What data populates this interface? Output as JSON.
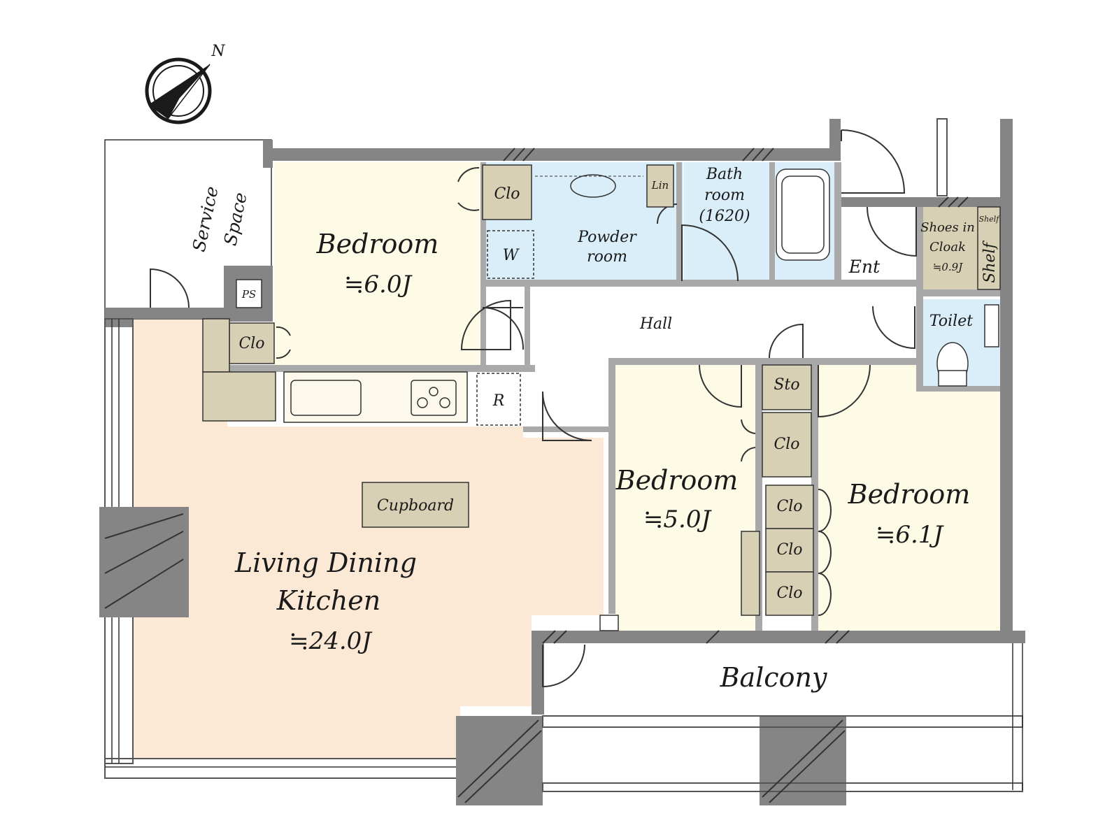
{
  "compass": {
    "label": "N"
  },
  "rooms": {
    "service_space": {
      "line1": "Service",
      "line2": "Space"
    },
    "ps": "PS",
    "bedroom_nw": {
      "name": "Bedroom",
      "area": "≒6.0J"
    },
    "clo_nw": "Clo",
    "clo_ldk": "Clo",
    "powder_room": {
      "line1": "Powder",
      "line2": "room"
    },
    "washer": "W",
    "linen": "Lin",
    "bath": {
      "line1": "Bath",
      "line2": "room",
      "line3": "(1620)"
    },
    "entrance": "Ent",
    "shoes_cloak": {
      "line1": "Shoes in",
      "line2": "Cloak",
      "area": "≒0.9J"
    },
    "shelf_small": "Shelf",
    "shelf_tall": "Shelf",
    "toilet": "Toilet",
    "hall": "Hall",
    "refrigerator": "R",
    "storage": "Sto",
    "clo_mid": "Clo",
    "clo_e1": "Clo",
    "clo_e2": "Clo",
    "clo_e3": "Clo",
    "cupboard": "Cupboard",
    "ldk": {
      "line1": "Living Dining",
      "line2": "Kitchen",
      "area": "≒24.0J"
    },
    "bedroom_mid": {
      "name": "Bedroom",
      "area": "≒5.0J"
    },
    "bedroom_se": {
      "name": "Bedroom",
      "area": "≒6.1J"
    },
    "balcony": "Balcony"
  },
  "colors": {
    "ldk_floor": "#fbe9d6",
    "bedroom_floor": "#fdfbe6",
    "wet_area": "#d9eef8",
    "closet": "#d8d0b4",
    "wall": "#858585"
  }
}
